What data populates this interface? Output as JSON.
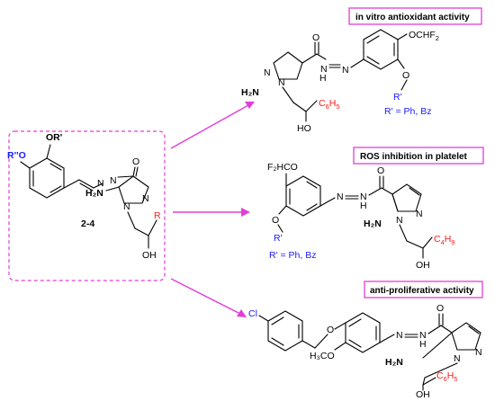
{
  "activities": [
    {
      "label": "in vitro antioxidant activity"
    },
    {
      "label": "ROS inhibition in platelet"
    },
    {
      "label": "anti-proliferative activity"
    }
  ],
  "general_structure": {
    "compound_id": "2-4",
    "labels": {
      "or_prime": "OR'",
      "r2o": "R''O",
      "nh2": "H₂N",
      "n": "N",
      "oh": "OH",
      "o": "O",
      "r": "R"
    }
  },
  "compound1": {
    "r_prime_note": "R' = Ph, Bz",
    "labels": {
      "ocf2": "OCHF",
      "ocf2_sub": "2",
      "o": "O",
      "r_prime": "R'",
      "nh2": "H₂N",
      "n": "N",
      "oh": "HO",
      "c6": "C",
      "c6_sub": "6",
      "h5": "H",
      "h5_sub": "5",
      "carbonyl_o": "O"
    }
  },
  "compound2": {
    "r_prime_note": "R' = Ph, Bz",
    "labels": {
      "f2hco": "F₂HCO",
      "o": "O",
      "r_prime": "R'",
      "nh2": "H₂N",
      "n": "N",
      "oh": "OH",
      "c4": "C",
      "c4_sub": "4",
      "h9": "H",
      "h9_sub": "9",
      "carbonyl_o": "O"
    }
  },
  "compound3": {
    "labels": {
      "cl": "Cl",
      "o": "O",
      "h3co": "H₃CO",
      "nh2": "H₂N",
      "n": "N",
      "oh": "OH",
      "c6": "C",
      "c6_sub": "6",
      "h5": "H",
      "h5_sub": "5",
      "carbonyl_o": "O"
    }
  },
  "colors": {
    "accent": "#e23ed6",
    "blue_group": "#1a1aff",
    "red_group": "#ff1a1a"
  }
}
